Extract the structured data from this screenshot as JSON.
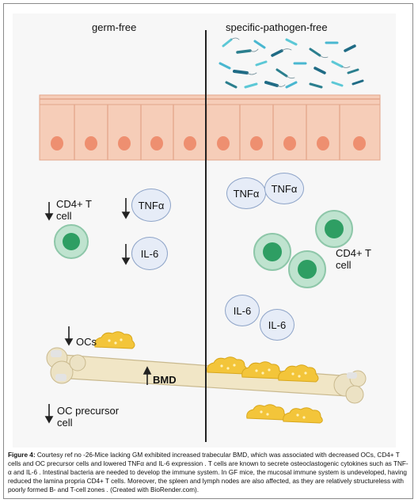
{
  "left_header": "germ-free",
  "right_header": "specific-pathogen-free",
  "left": {
    "cd4_label_1": "CD4+ T",
    "cd4_label_2": "cell",
    "tnf_label": "TNFα",
    "il6_label": "IL-6",
    "ocs_label": "OCs",
    "bmd_label": "BMD",
    "ocp_label_1": "OC precursor",
    "ocp_label_2": "cell"
  },
  "right": {
    "tnf_label_1": "TNFα",
    "tnf_label_2": "TNFα",
    "cd4_label_1": "CD4+ T",
    "cd4_label_2": "cell",
    "il6_label_1": "IL-6",
    "il6_label_2": "IL-6"
  },
  "caption": {
    "prefix": "Figure 4:",
    "text": " Courtesy ref no -26-Mice lacking GM exhibited increased trabecular BMD, which was associated with decreased OCs, CD4+ T cells and OC precursor cells and lowered TNFα and IL-6 expression . T cells are known to secrete osteoclastogenic cytokines such as TNF- α and IL-6 . Intestinal bacteria are needed to develop the immune system. In GF mice, the mucosal immune system is undeveloped, having reduced the lamina propria CD4+ T cells. Moreover, the spleen and lymph nodes are also affected, as they are relatively structureless with poorly formed B- and T-cell zones . (Created with BioRender.com)."
  },
  "colors": {
    "epithelium": "#f6cdb8",
    "epithelium_border": "#e3a58a",
    "nucleus": "#ee8f70",
    "t_cell": "#2e9e63",
    "cytokine": "#e6ecf7",
    "osteoclast": "#f3c53a",
    "bone": "#f1e6c6"
  }
}
